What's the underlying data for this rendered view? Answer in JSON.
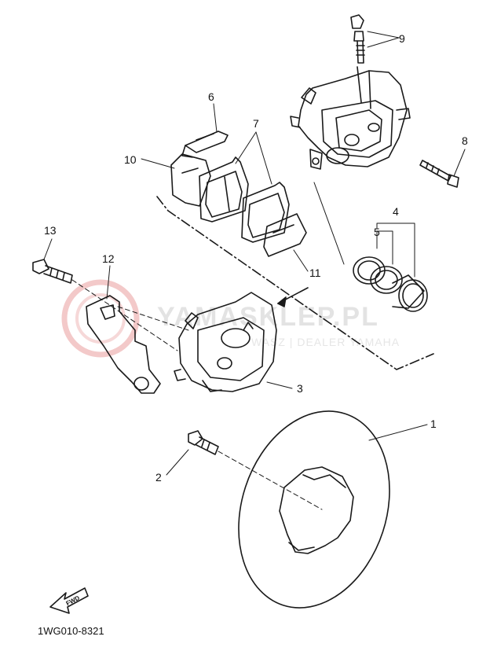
{
  "watermark": {
    "logo_text": "YAMASKLEP.PL",
    "subtitle": "WASZ | DEALER YAMAHA"
  },
  "callouts": {
    "c1": "1",
    "c2": "2",
    "c3": "3",
    "c4": "4",
    "c5": "5",
    "c6": "6",
    "c7": "7",
    "c8": "8",
    "c9": "9",
    "c10": "10",
    "c11": "11",
    "c12": "12",
    "c13": "13"
  },
  "direction_badge": "FWD",
  "diagram_code": "1WG010-8321",
  "colors": {
    "line": "#1a1a1a",
    "watermark_logo": "#f3c9c9",
    "watermark_text": "#e3e3e3"
  }
}
